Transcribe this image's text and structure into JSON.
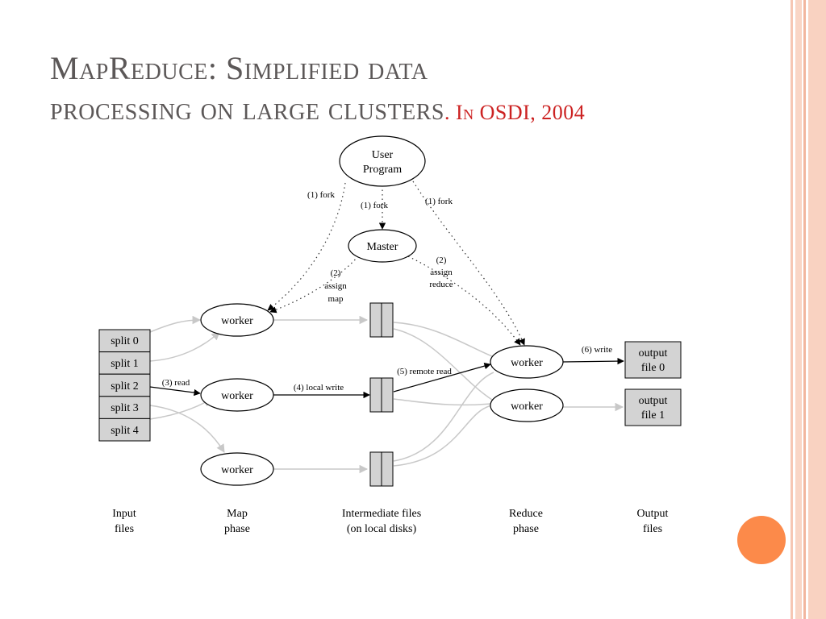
{
  "slide": {
    "title_line1": "MapReduce: Simplified data",
    "title_line2": "processing on large clusters",
    "title_suffix": ". In OSDI, 2004",
    "accent_color": "#fc8a4a",
    "title_color": "#5c5858",
    "suffix_color": "#cc2222"
  },
  "diagram": {
    "user_program": [
      "User",
      "Program"
    ],
    "master": "Master",
    "fork_labels": [
      "(1) fork",
      "(1) fork",
      "(1) fork"
    ],
    "assign_map": [
      "(2)",
      "assign",
      "map"
    ],
    "assign_reduce": [
      "(2)",
      "assign",
      "reduce"
    ],
    "splits": [
      "split 0",
      "split 1",
      "split 2",
      "split 3",
      "split 4"
    ],
    "map_workers": [
      "worker",
      "worker",
      "worker"
    ],
    "reduce_workers": [
      "worker",
      "worker"
    ],
    "read_label": "(3) read",
    "local_write_label": "(4) local write",
    "remote_read_label": "(5) remote read",
    "write_label": "(6) write",
    "output_files": [
      [
        "output",
        "file 0"
      ],
      [
        "output",
        "file 1"
      ]
    ],
    "phase_labels": [
      [
        "Input",
        "files"
      ],
      [
        "Map",
        "phase"
      ],
      [
        "Intermediate files",
        "(on local disks)"
      ],
      [
        "Reduce",
        "phase"
      ],
      [
        "Output",
        "files"
      ]
    ]
  }
}
